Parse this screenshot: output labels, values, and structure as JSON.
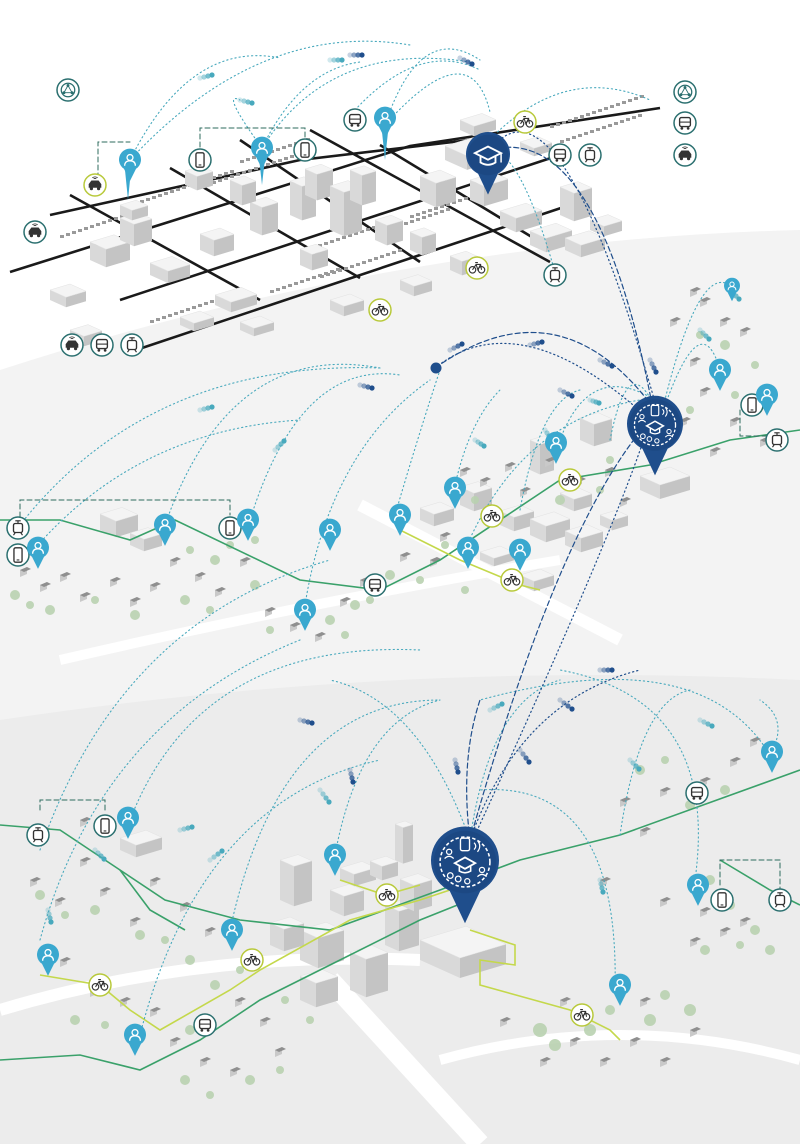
{
  "palette": {
    "background": "#ffffff",
    "band_light": "#f3f3f3",
    "band_mid": "#ececec",
    "road_primary": "#1a1a1a",
    "road_dash": "#ffffff",
    "building_top": "#f4f4f4",
    "building_left": "#d9d9d9",
    "building_right": "#c4c4c4",
    "tree": "#b9d2b0",
    "green_line": "#3aa16a",
    "yellow_line": "#c4d84b",
    "teal_dots": "#48a9bd",
    "navy": "#1f4e8c",
    "navy_dark": "#173e73",
    "person_pin": "#3aa8cf",
    "icon_ring": "#2a6f6f",
    "bike_ring": "#b8c93a",
    "icon_ink": "#333333"
  },
  "scenes": [
    {
      "kind": "city",
      "hub_icon": "graduation-cap-icon"
    },
    {
      "kind": "small-town",
      "hub_icon": "learning-hub-icon"
    },
    {
      "kind": "rural-town",
      "hub_icon": "learning-hub-icon"
    }
  ],
  "icon_legend": [
    "bus-icon",
    "tram-icon",
    "bike-icon",
    "car-share-icon",
    "smartphone-icon",
    "person-icon",
    "network-icon"
  ]
}
